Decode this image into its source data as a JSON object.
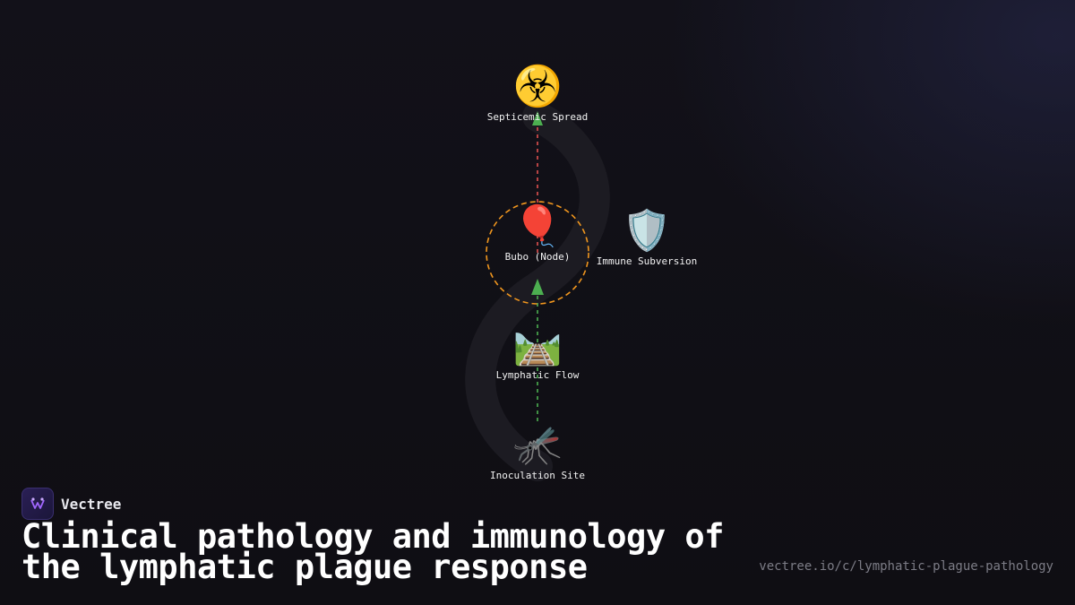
{
  "diagram": {
    "nodes": {
      "septicemic": {
        "label": "Septicemic Spread",
        "icon": "biohazard-icon",
        "glyph": "☣️"
      },
      "bubo": {
        "label": "Bubo (Node)",
        "icon": "balloon-icon",
        "glyph": "🎈"
      },
      "immune": {
        "label": "Immune Subversion",
        "icon": "shield-icon",
        "glyph": "🛡️"
      },
      "lymphatic": {
        "label": "Lymphatic Flow",
        "icon": "railway-track-icon",
        "glyph": "🛤️"
      },
      "inoculation": {
        "label": "Inoculation Site",
        "icon": "mosquito-icon",
        "glyph": "🦟"
      }
    },
    "edges": [
      {
        "from": "inoculation",
        "to": "bubo",
        "color": "#4caf50",
        "style": "dashed"
      },
      {
        "from": "bubo",
        "to": "septicemic",
        "color": "#e05050",
        "style": "dashed"
      }
    ],
    "highlight_ring_color": "#f0961e"
  },
  "brand": {
    "name": "Vectree",
    "accent": "#a066ff"
  },
  "title": "Clinical pathology and immunology of the lymphatic plague response",
  "url": "vectree.io/c/lymphatic-plague-pathology"
}
